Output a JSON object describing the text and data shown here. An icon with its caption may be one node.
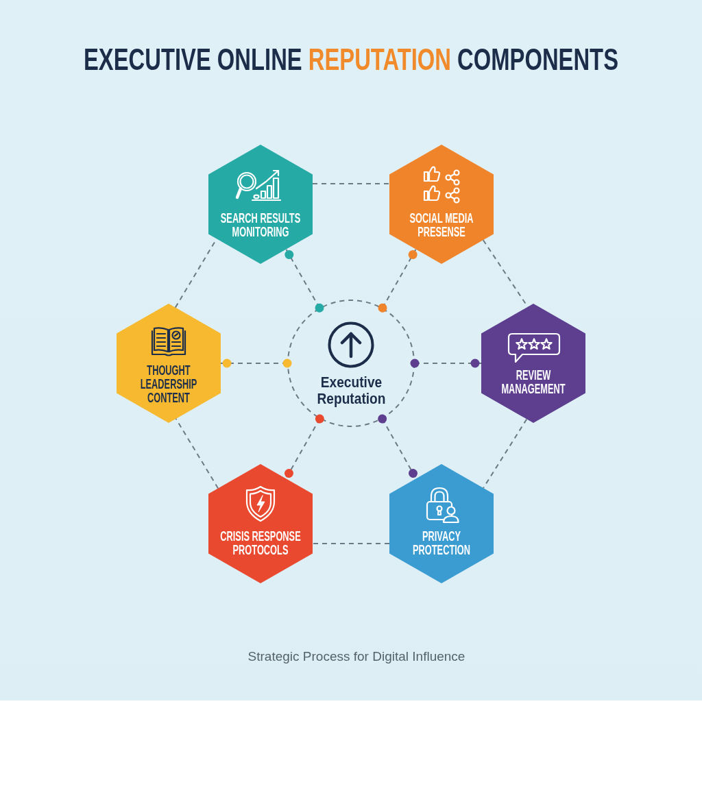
{
  "diagram": {
    "title": "EXECUTIVE ONLINE **REPUTATION** COMPONENTS",
    "caption": "Strategic Process for Digital Influence",
    "nodes": [
      {
        "text": [
          "SEARCH RESULTS MONITORING"
        ]
      },
      {
        "text": [
          "SOCIAL MEDIA PRESENSE"
        ]
      },
      {
        "text": [
          "THOUGHT LEADERSHIP CONTENT"
        ]
      },
      {
        "text": [
          "Executive Reputation"
        ]
      },
      {
        "text": [
          "REVIEW MANAGEMENT"
        ]
      },
      {
        "text": [
          "CRISIS RESPONSE PROTOCOLS"
        ]
      },
      {
        "text": [
          "PRIVACY PROTECTION"
        ]
      }
    ],
    "edges": [
      {
        "from": 0,
        "to": 1,
        "arrow": "none",
        "style": "dashed"
      },
      {
        "from": 1,
        "to": 4,
        "arrow": "none",
        "style": "dashed"
      },
      {
        "from": 4,
        "to": 6,
        "arrow": "none",
        "style": "dashed"
      },
      {
        "from": 6,
        "to": 5,
        "arrow": "none",
        "style": "dashed"
      },
      {
        "from": 5,
        "to": 2,
        "arrow": "none",
        "style": "dashed"
      },
      {
        "from": 2,
        "to": 0,
        "arrow": "none",
        "style": "dashed"
      },
      {
        "from": 3,
        "to": 0,
        "arrow": "other",
        "style": "dashed"
      },
      {
        "from": 3,
        "to": 1,
        "arrow": "other",
        "style": "dashed"
      },
      {
        "from": 3,
        "to": 2,
        "arrow": "other",
        "style": "dashed"
      },
      {
        "from": 3,
        "to": 4,
        "arrow": "other",
        "style": "dashed"
      },
      {
        "from": 3,
        "to": 5,
        "arrow": "other",
        "style": "dashed"
      },
      {
        "from": 3,
        "to": 6,
        "arrow": "other",
        "style": "dashed"
      }
    ]
  }
}
